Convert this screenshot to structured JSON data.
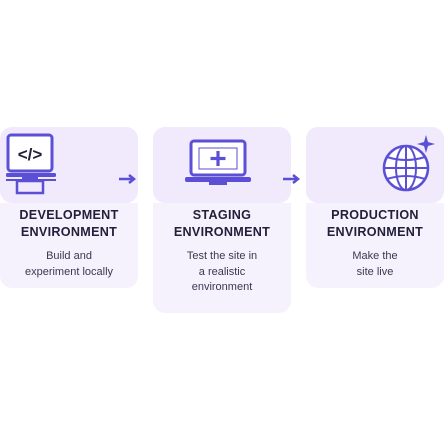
{
  "stages": [
    {
      "title_line1": "DEVELOPMENT",
      "title_line2": "ENVIRONMENT",
      "desc_line1": "Build and",
      "desc_line2": "experiment locally",
      "desc_line3": "",
      "icon": "code-laptop-icon"
    },
    {
      "title_line1": "STAGING",
      "title_line2": "ENVIRONMENT",
      "desc_line1": "Test the site in",
      "desc_line2": "a realistic",
      "desc_line3": "environment",
      "icon": "plus-laptop-icon"
    },
    {
      "title_line1": "PRODUCTION",
      "title_line2": "ENVIRONMENT",
      "desc_line1": "Make the",
      "desc_line2": "site live",
      "desc_line3": "",
      "icon": "globe-sparkle-icon"
    }
  ],
  "colors": {
    "accent": "#5b4fd6",
    "card_icon_bg": "#f0eafc",
    "card_text_bg": "#f6f2fd",
    "title_text": "#22203a",
    "body_text": "#3a3850"
  }
}
